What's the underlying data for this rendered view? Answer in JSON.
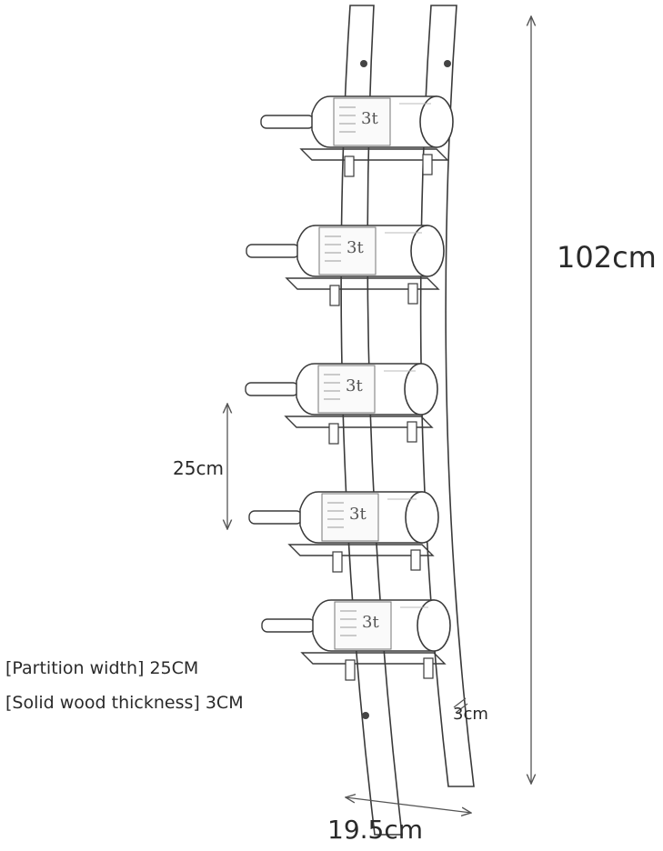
{
  "dimensions": {
    "height": "102cm",
    "bottle_spacing": "25cm",
    "thickness": "3cm",
    "width": "19.5cm"
  },
  "specs": [
    "[Partition width] 25CM",
    "[Solid wood thickness] 3CM"
  ],
  "bottle_label_text": [
    "3t",
    "3t",
    "3t",
    "3t",
    "3t"
  ],
  "colors": {
    "line": "#3a3a3a",
    "wood": "#ffffff"
  }
}
